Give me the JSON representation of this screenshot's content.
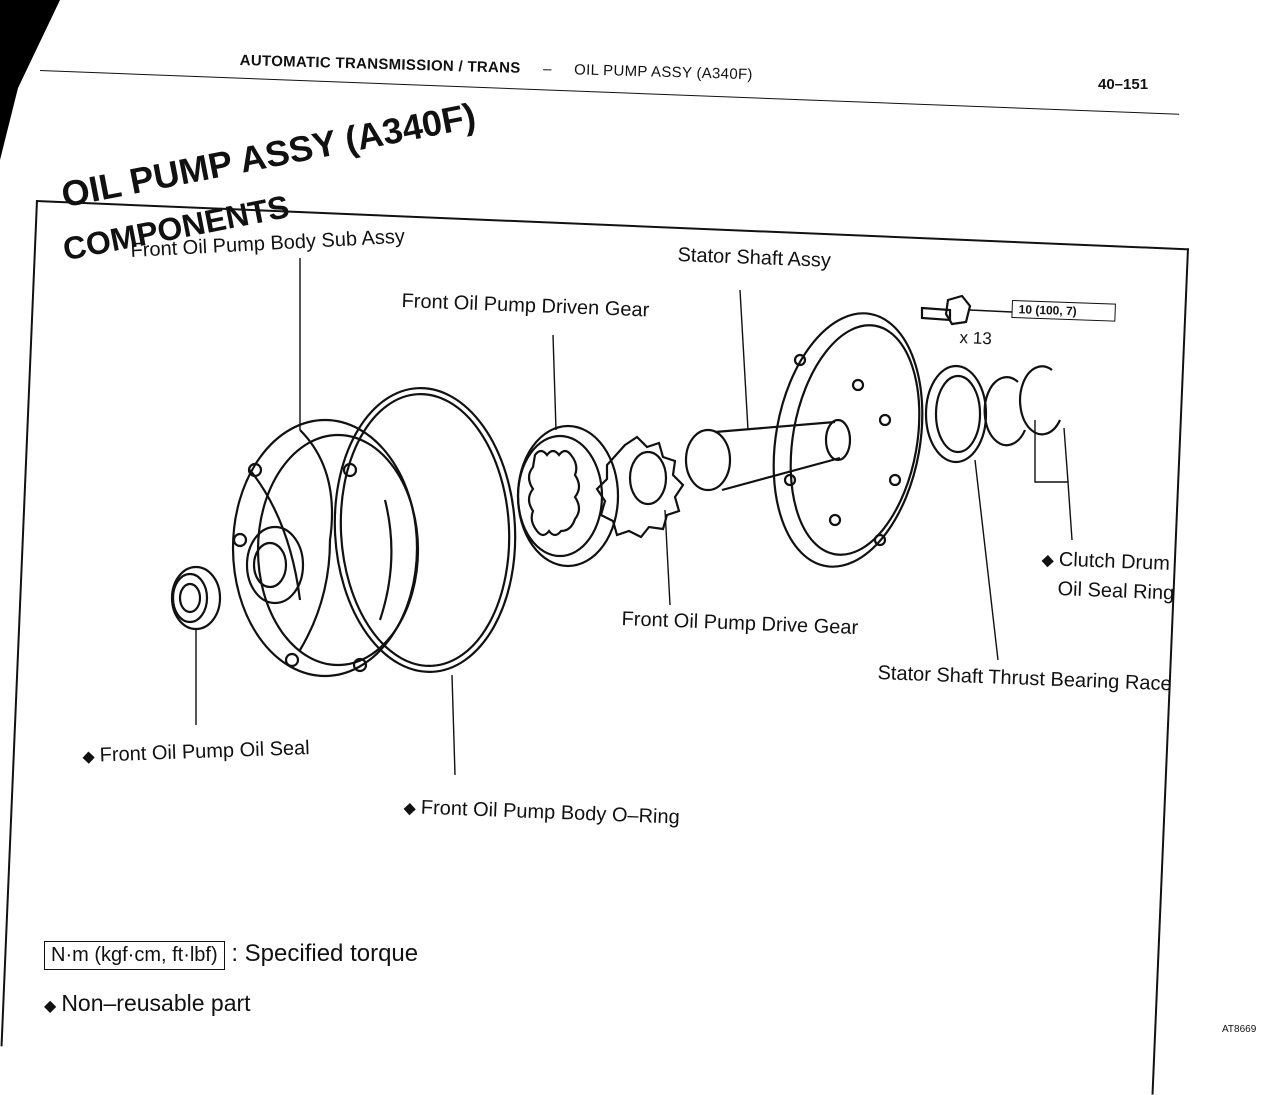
{
  "header": {
    "section": "AUTOMATIC TRANSMISSION / TRANS",
    "dash": "–",
    "subsection": "OIL PUMP ASSY (A340F)",
    "page_number": "40–151"
  },
  "title": "OIL PUMP ASSY (A340F)",
  "subtitle": "COMPONENTS",
  "parts": {
    "pump_body": "Front Oil Pump Body Sub Assy",
    "stator_shaft": "Stator Shaft Assy",
    "driven_gear": "Front Oil Pump Driven Gear",
    "drive_gear": "Front Oil Pump Drive Gear",
    "thrust_race": "Stator Shaft Thrust Bearing Race",
    "clutch_ring": "Clutch Drum",
    "clutch_ring_2": "Oil Seal Ring",
    "oil_seal": "Front Oil Pump Oil Seal",
    "o_ring": "Front Oil Pump Body O–Ring"
  },
  "bolt": {
    "torque": "10 (100, 7)",
    "quantity": "x 13"
  },
  "legend": {
    "torque_box": "N·m (kgf·cm, ft·lbf)",
    "torque_text": ": Specified torque",
    "nonreusable_text": "Non–reusable part"
  },
  "figure_code": "AT8669"
}
